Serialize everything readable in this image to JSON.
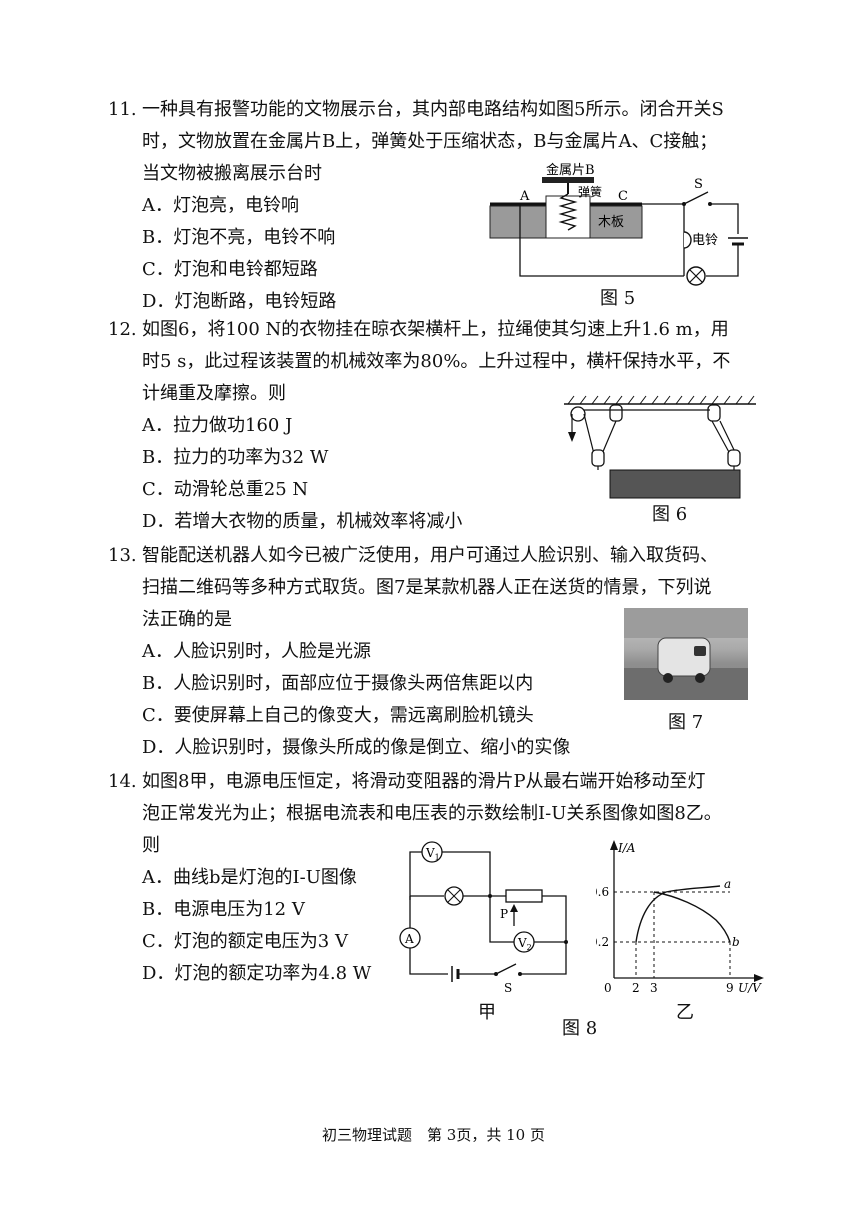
{
  "q11": {
    "number": "11.",
    "line1": "一种具有报警功能的文物展示台，其内部电路结构如图5所示。闭合开关S",
    "line2": "时，文物放置在金属片B上，弹簧处于压缩状态，B与金属片A、C接触；",
    "line3": "当文物被搬离展示台时",
    "options": [
      "A．灯泡亮，电铃响",
      "B．灯泡不亮，电铃不响",
      "C．灯泡和电铃都短路",
      "D．灯泡断路，电铃短路"
    ],
    "figure": {
      "label_metal_b": "金属片B",
      "label_spring": "弹簧",
      "label_a": "A",
      "label_c": "C",
      "label_board": "木板",
      "label_s": "S",
      "label_bell": "电铃",
      "caption": "图 5"
    }
  },
  "q12": {
    "number": "12.",
    "line1": "如图6，将100 N的衣物挂在晾衣架横杆上，拉绳使其匀速上升1.6 m，用",
    "line2": "时5 s，此过程该装置的机械效率为80%。上升过程中，横杆保持水平，不",
    "line3": "计绳重及摩擦。则",
    "options": [
      "A．拉力做功160 J",
      "B．拉力的功率为32 W",
      "C．动滑轮总重25 N",
      "D．若增大衣物的质量，机械效率将减小"
    ],
    "caption": "图 6"
  },
  "q13": {
    "number": "13.",
    "line1": "智能配送机器人如今已被广泛使用，用户可通过人脸识别、输入取货码、",
    "line2": "扫描二维码等多种方式取货。图7是某款机器人正在送货的情景，下列说",
    "line3": "法正确的是",
    "options": [
      "A．人脸识别时，人脸是光源",
      "B．人脸识别时，面部应位于摄像头两倍焦距以内",
      "C．要使屏幕上自己的像变大，需远离刷脸机镜头",
      "D．人脸识别时，摄像头所成的像是倒立、缩小的实像"
    ],
    "caption": "图 7"
  },
  "q14": {
    "number": "14.",
    "line1": "如图8甲，电源电压恒定，将滑动变阻器的滑片P从最右端开始移动至灯",
    "line2": "泡正常发光为止；根据电流表和电压表的示数绘制I-U关系图像如图8乙。",
    "line3": "则",
    "options": [
      "A．曲线b是灯泡的I-U图像",
      "B．电源电压为12 V",
      "C．灯泡的额定电压为3 V",
      "D．灯泡的额定功率为4.8 W"
    ],
    "circuit": {
      "v1": "V",
      "v1_sub": "1",
      "v2": "V",
      "v2_sub": "2",
      "ammeter": "A",
      "slider": "P",
      "switch": "S",
      "caption": "甲"
    },
    "graph": {
      "ylabel": "I/A",
      "xlabel": "U/V",
      "origin": "0",
      "yticks": [
        "0.6",
        "0.2"
      ],
      "xticks": [
        "2",
        "3",
        "9"
      ],
      "curve_a": "a",
      "curve_b": "b",
      "caption": "乙"
    },
    "caption": "图 8"
  },
  "footer": "初三物理试题　第 3页，共 10 页"
}
